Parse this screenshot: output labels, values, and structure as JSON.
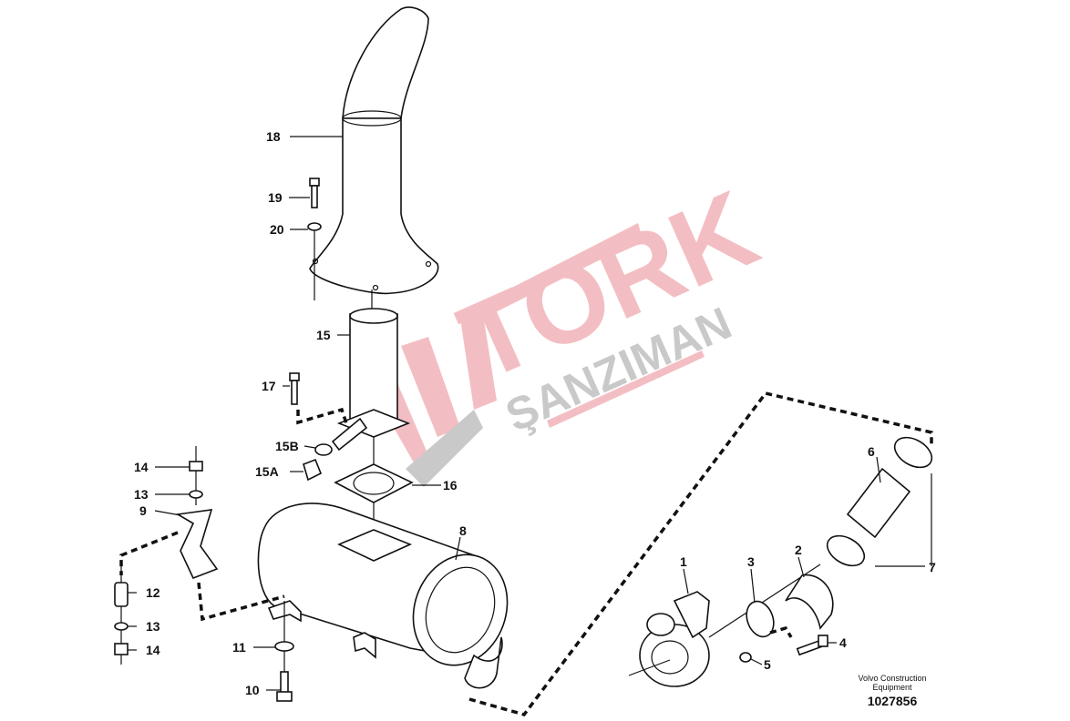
{
  "diagram": {
    "callouts": {
      "c1": "1",
      "c2": "2",
      "c3": "3",
      "c4": "4",
      "c5": "5",
      "c6": "6",
      "c7": "7",
      "c8": "8",
      "c9": "9",
      "c10": "10",
      "c11": "11",
      "c12": "12",
      "c13a": "13",
      "c13b": "13",
      "c14a": "14",
      "c14b": "14",
      "c15": "15",
      "c15a": "15A",
      "c15b": "15B",
      "c16": "16",
      "c17": "17",
      "c18": "18",
      "c19": "19",
      "c20": "20"
    },
    "footer": {
      "maker_line1": "Volvo Construction",
      "maker_line2": "Equipment",
      "drawing_number": "1027856"
    }
  },
  "watermark": {
    "brand": "TORK",
    "subtitle": "ŞANZIMAN",
    "colors": {
      "red": "#f2b8bd",
      "gray": "#c4c4c4"
    }
  }
}
